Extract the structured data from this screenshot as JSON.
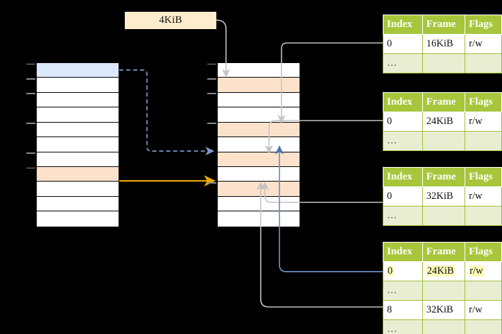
{
  "diagram": {
    "title_label": "4KiB",
    "colors": {
      "table_header_green": "#a8c63c",
      "table_alt_row": "#e9eed3",
      "table_border_green": "#9dbf35",
      "highlight_yellow": "#fdfbb8",
      "row_blue": "#dbe8fb",
      "row_peach": "#fde2cb",
      "label_peach": "#fdeccd",
      "arrow_orange": "#e8a800",
      "arrow_blue": "#6b8fc4",
      "arrow_gray": "#c9c9c9",
      "background": "#000000"
    }
  },
  "size_label": {
    "text": "4KiB"
  },
  "left_column": {
    "name": "virtual-address-space",
    "rows": [
      {
        "label": "",
        "fill": "blue"
      },
      {
        "label": "",
        "fill": "white"
      },
      {
        "label": "",
        "fill": "white"
      },
      {
        "label": "",
        "fill": "white"
      },
      {
        "label": "",
        "fill": "white"
      },
      {
        "label": "",
        "fill": "white"
      },
      {
        "label": "",
        "fill": "white"
      },
      {
        "label": "",
        "fill": "peach"
      },
      {
        "label": "",
        "fill": "white"
      },
      {
        "label": "",
        "fill": "white"
      },
      {
        "label": "",
        "fill": "white"
      }
    ]
  },
  "middle_column": {
    "name": "physical-memory",
    "rows": [
      {
        "label": "",
        "fill": "white"
      },
      {
        "label": "",
        "fill": "peach"
      },
      {
        "label": "",
        "fill": "white"
      },
      {
        "label": "",
        "fill": "white"
      },
      {
        "label": "",
        "fill": "peach"
      },
      {
        "label": "",
        "fill": "white"
      },
      {
        "label": "",
        "fill": "peach"
      },
      {
        "label": "",
        "fill": "white"
      },
      {
        "label": "",
        "fill": "peach"
      },
      {
        "label": "",
        "fill": "white"
      },
      {
        "label": "",
        "fill": "white"
      }
    ]
  },
  "tables": [
    {
      "name": "page-table-level-1",
      "headers": [
        "Index",
        "Frame",
        "Flags"
      ],
      "rows": [
        {
          "cells": [
            "0",
            "16KiB",
            "r/w"
          ],
          "alt": false,
          "highlight": []
        },
        {
          "cells": [
            "…",
            "",
            ""
          ],
          "alt": true,
          "highlight": []
        }
      ]
    },
    {
      "name": "page-table-level-2",
      "headers": [
        "Index",
        "Frame",
        "Flags"
      ],
      "rows": [
        {
          "cells": [
            "0",
            "24KiB",
            "r/w"
          ],
          "alt": false,
          "highlight": []
        },
        {
          "cells": [
            "…",
            "",
            ""
          ],
          "alt": true,
          "highlight": []
        }
      ]
    },
    {
      "name": "page-table-level-3",
      "headers": [
        "Index",
        "Frame",
        "Flags"
      ],
      "rows": [
        {
          "cells": [
            "0",
            "32KiB",
            "r/w"
          ],
          "alt": false,
          "highlight": []
        },
        {
          "cells": [
            "…",
            "",
            ""
          ],
          "alt": true,
          "highlight": []
        }
      ]
    },
    {
      "name": "page-table-level-4",
      "headers": [
        "Index",
        "Frame",
        "Flags"
      ],
      "rows": [
        {
          "cells": [
            "0",
            "24KiB",
            "r/w"
          ],
          "alt": false,
          "highlight": [
            1,
            2
          ]
        },
        {
          "cells": [
            "…",
            "",
            ""
          ],
          "alt": true,
          "highlight": []
        },
        {
          "cells": [
            "8",
            "32KiB",
            "r/w"
          ],
          "alt": false,
          "highlight": []
        },
        {
          "cells": [
            "…",
            "",
            ""
          ],
          "alt": true,
          "highlight": []
        }
      ]
    }
  ]
}
